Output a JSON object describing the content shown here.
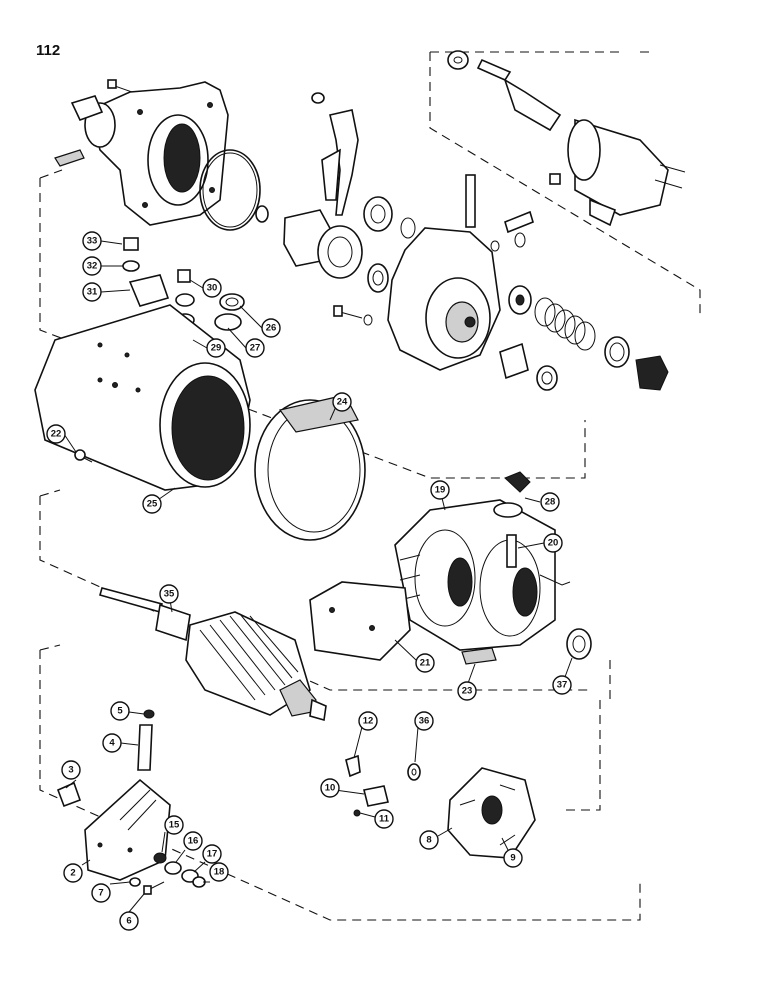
{
  "page": {
    "number": "112"
  },
  "callouts": [
    {
      "id": "33",
      "label": "33"
    },
    {
      "id": "32",
      "label": "32"
    },
    {
      "id": "31",
      "label": "31"
    },
    {
      "id": "30",
      "label": "30"
    },
    {
      "id": "26",
      "label": "26"
    },
    {
      "id": "27",
      "label": "27"
    },
    {
      "id": "29",
      "label": "29"
    },
    {
      "id": "24",
      "label": "24"
    },
    {
      "id": "22",
      "label": "22"
    },
    {
      "id": "25",
      "label": "25"
    },
    {
      "id": "19",
      "label": "19"
    },
    {
      "id": "28",
      "label": "28"
    },
    {
      "id": "20",
      "label": "20"
    },
    {
      "id": "35",
      "label": "35"
    },
    {
      "id": "21",
      "label": "21"
    },
    {
      "id": "23",
      "label": "23"
    },
    {
      "id": "37",
      "label": "37"
    },
    {
      "id": "5",
      "label": "5"
    },
    {
      "id": "4",
      "label": "4"
    },
    {
      "id": "12",
      "label": "12"
    },
    {
      "id": "36",
      "label": "36"
    },
    {
      "id": "3",
      "label": "3"
    },
    {
      "id": "10",
      "label": "10"
    },
    {
      "id": "11",
      "label": "11"
    },
    {
      "id": "15",
      "label": "15"
    },
    {
      "id": "16",
      "label": "16"
    },
    {
      "id": "17",
      "label": "17"
    },
    {
      "id": "18",
      "label": "18"
    },
    {
      "id": "8",
      "label": "8"
    },
    {
      "id": "9",
      "label": "9"
    },
    {
      "id": "2",
      "label": "2"
    },
    {
      "id": "7",
      "label": "7"
    },
    {
      "id": "6",
      "label": "6"
    }
  ]
}
